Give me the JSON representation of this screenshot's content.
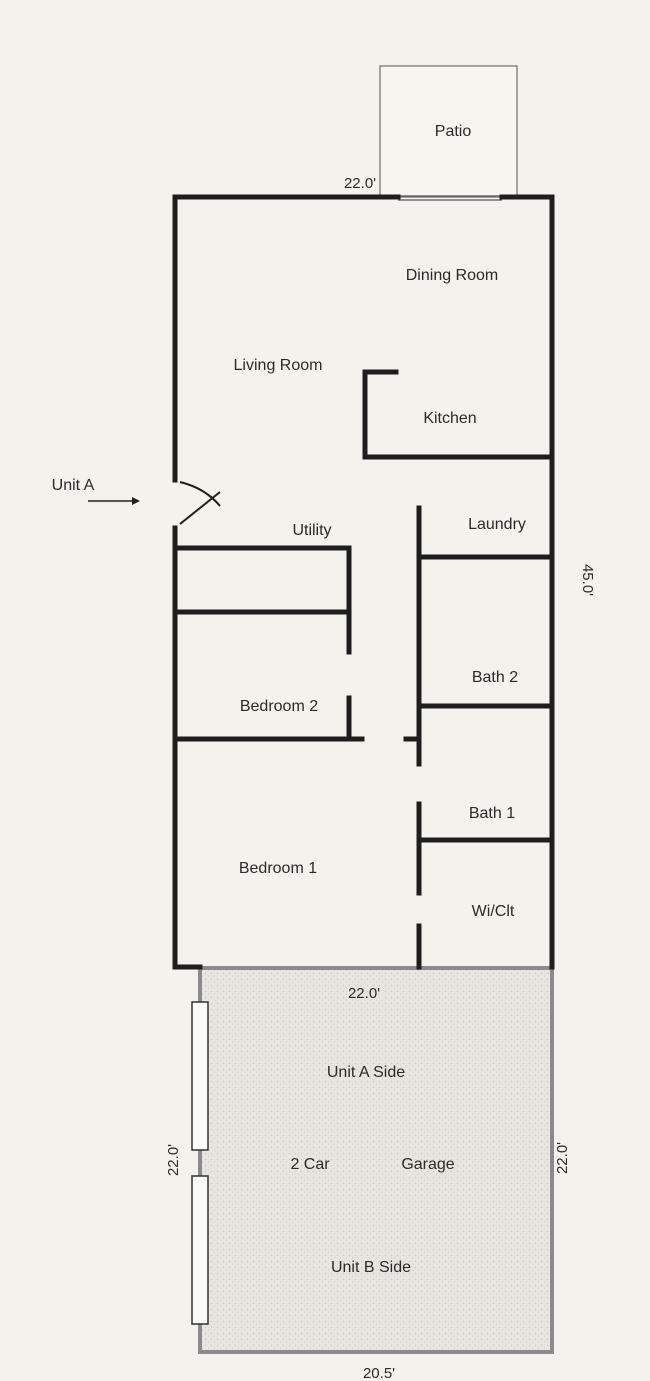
{
  "rooms": {
    "patio": "Patio",
    "dining_room": "Dining Room",
    "living_room": "Living Room",
    "kitchen": "Kitchen",
    "utility": "Utility",
    "laundry": "Laundry",
    "bath_2": "Bath 2",
    "bedroom_2": "Bedroom 2",
    "bath_1": "Bath 1",
    "bedroom_1": "Bedroom 1",
    "wi_clt": "Wi/Clt"
  },
  "entry": {
    "label": "Unit A"
  },
  "garage": {
    "unit_a_side": "Unit A Side",
    "two_car": "2 Car",
    "garage": "Garage",
    "unit_b_side": "Unit B Side"
  },
  "dimensions": {
    "top_width": "22.0'",
    "right_depth": "45.0'",
    "garage_top_width": "22.0'",
    "garage_left_depth": "22.0'",
    "garage_right_depth": "22.0'",
    "garage_bottom_width": "20.5'"
  },
  "colors": {
    "background": "#f3f2ec",
    "wall": "#1e1f1c",
    "garage_fill": "#e4e3dd",
    "garage_outline": "#8a8a8a"
  }
}
